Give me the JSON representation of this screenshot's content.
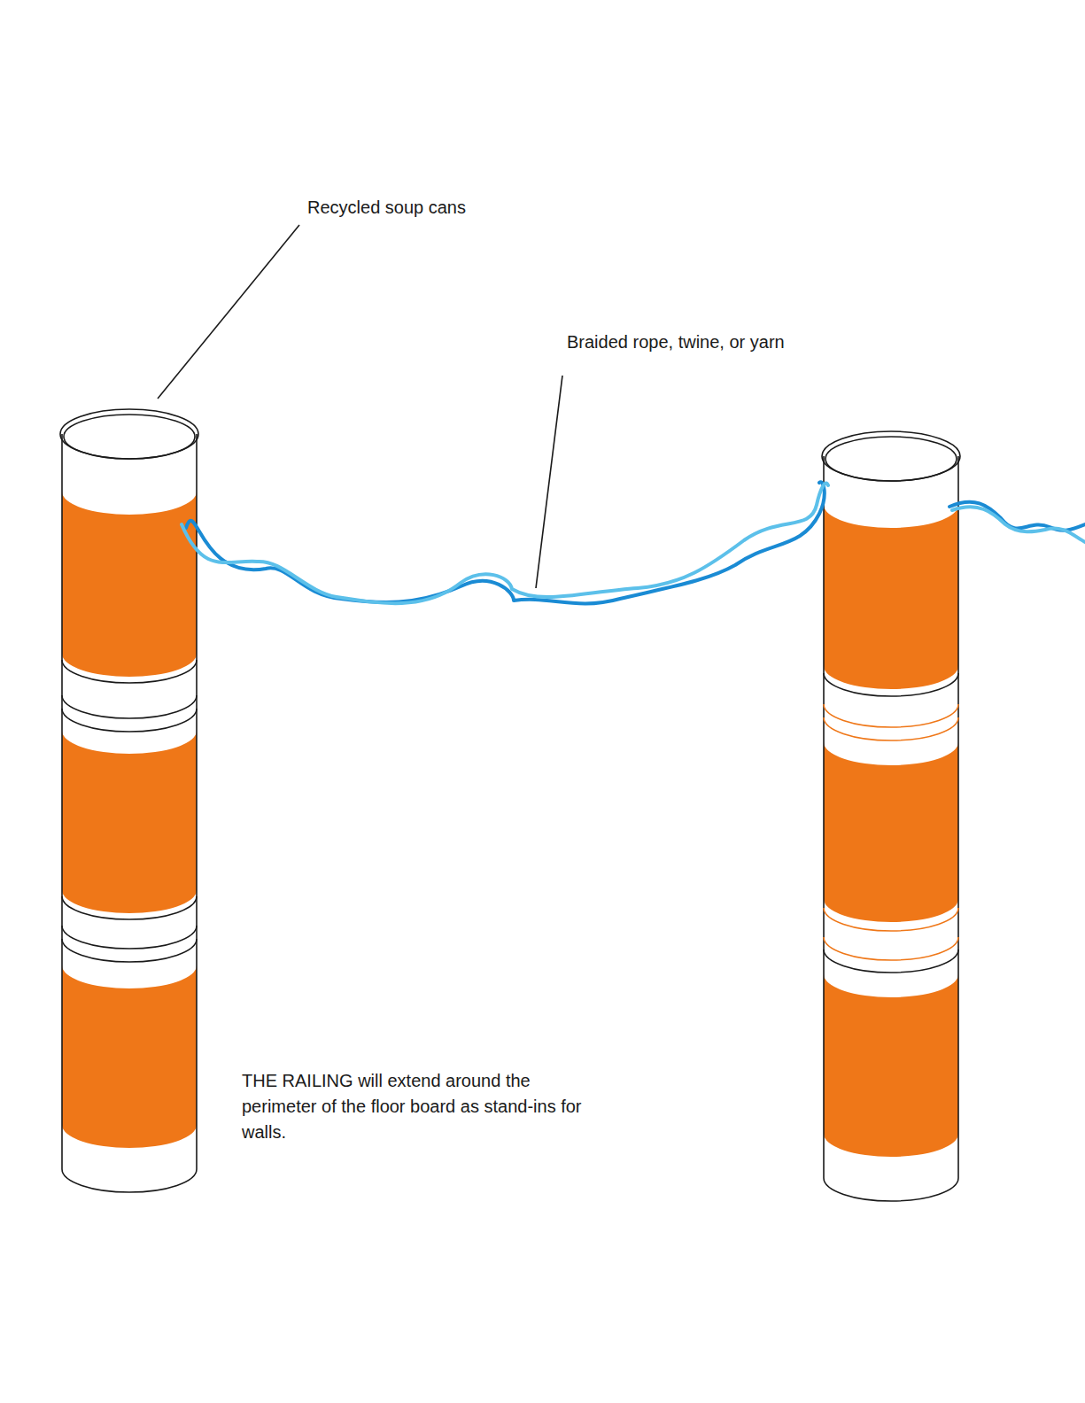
{
  "diagram": {
    "labels": [
      "Recycled soup cans",
      "Braided rope, twine, or yarn",
      "THE RAILING will extend around the perimeter of the floor board as stand-ins for walls."
    ]
  }
}
